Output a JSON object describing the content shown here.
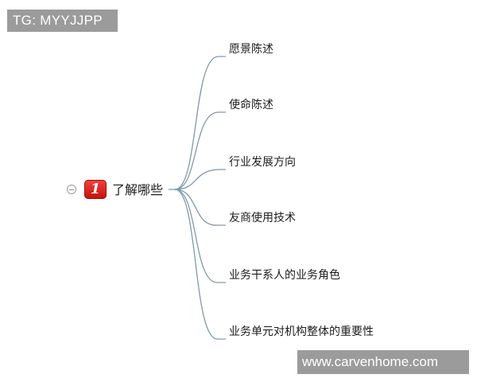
{
  "watermarks": {
    "top": "TG: MYYJJPP",
    "bottom": "www.carvenhome.com"
  },
  "mindmap": {
    "root": {
      "number": "1",
      "label": "了解哪些"
    },
    "branches": [
      {
        "label": "愿景陈述"
      },
      {
        "label": "使命陈述"
      },
      {
        "label": "行业发展方向"
      },
      {
        "label": "友商使用技术"
      },
      {
        "label": "业务干系人的业务角色"
      },
      {
        "label": "业务单元对机构整体的重要性"
      }
    ]
  },
  "colors": {
    "connector": "#7f9bab",
    "badge": "#d92018",
    "watermark_bg": "#9b9b9b"
  }
}
